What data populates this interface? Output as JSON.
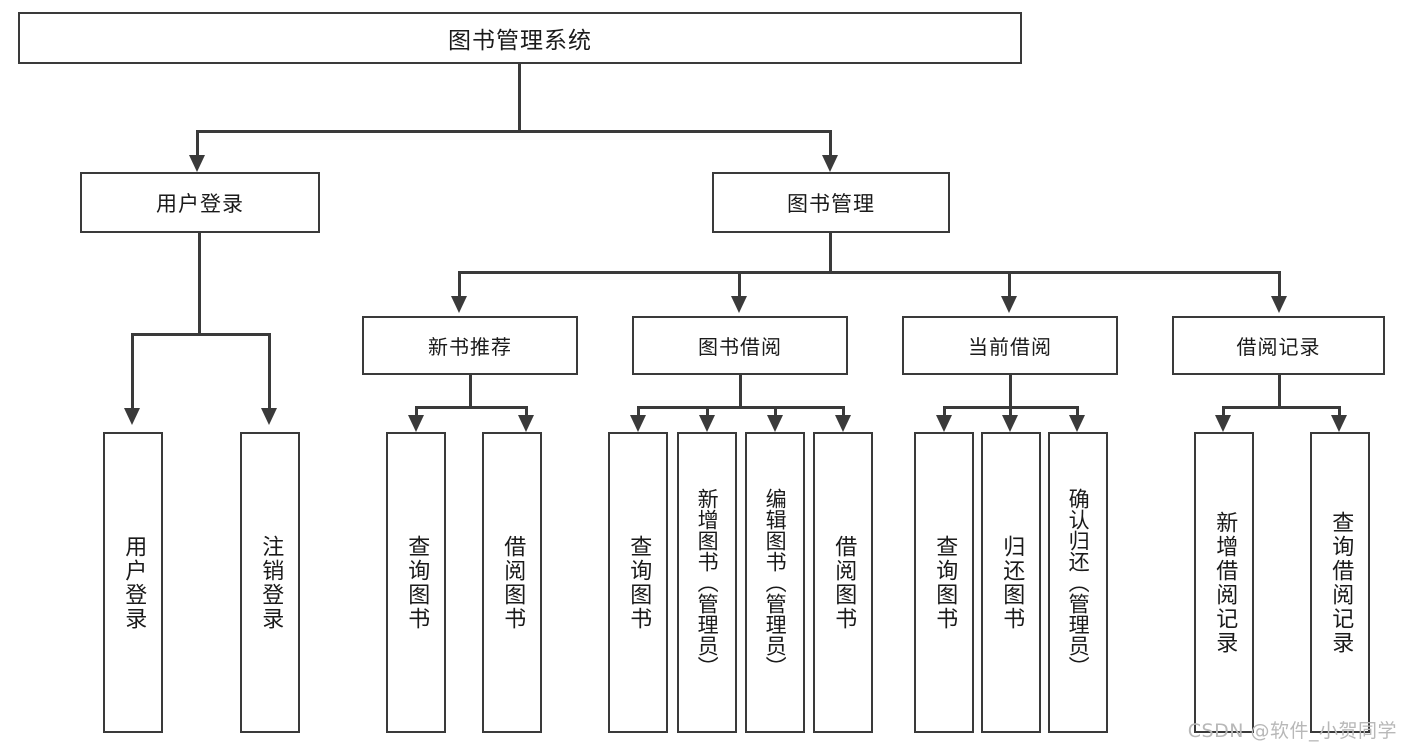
{
  "diagram": {
    "title": "图书管理系统",
    "type": "tree-hierarchy-diagram",
    "root": {
      "label": "图书管理系统"
    },
    "level2": [
      {
        "label": "用户登录"
      },
      {
        "label": "图书管理"
      }
    ],
    "level3": [
      {
        "label": "新书推荐"
      },
      {
        "label": "图书借阅"
      },
      {
        "label": "当前借阅"
      },
      {
        "label": "借阅记录"
      }
    ],
    "leaves": {
      "user_login": [
        {
          "label": "用户登录"
        },
        {
          "label": "注销登录"
        }
      ],
      "new_book_recommend": [
        {
          "label": "查询图书"
        },
        {
          "label": "借阅图书"
        }
      ],
      "book_borrow": [
        {
          "label": "查询图书"
        },
        {
          "label": "新增图书（管理员）"
        },
        {
          "label": "编辑图书（管理员）"
        },
        {
          "label": "借阅图书"
        }
      ],
      "current_borrow": [
        {
          "label": "查询图书"
        },
        {
          "label": "归还图书"
        },
        {
          "label": "确认归还（管理员）"
        }
      ],
      "borrow_record": [
        {
          "label": "新增借阅记录"
        },
        {
          "label": "查询借阅记录"
        }
      ]
    }
  },
  "watermark": {
    "text": "CSDN @软件_小贺同学"
  },
  "colors": {
    "border": "#3a3a3a",
    "text": "#1a1a1a",
    "background": "#ffffff",
    "watermark": "#b8b8b8"
  }
}
